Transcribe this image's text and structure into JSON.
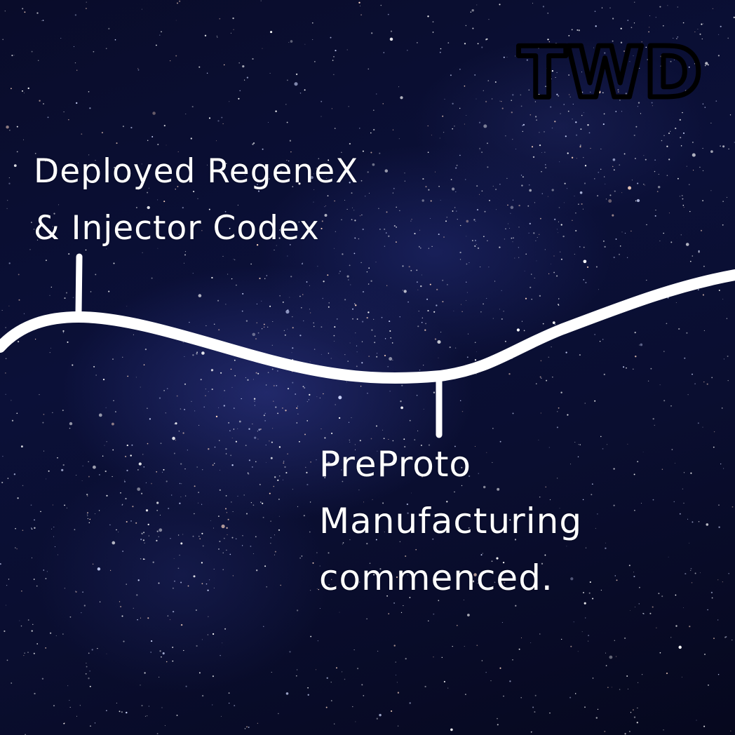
{
  "milestones": [
    {
      "label": "Deployed RegeneX\n& Injector Codex"
    },
    {
      "label": "PreProto\nManufacturing\ncommenced."
    }
  ],
  "logo": {
    "text": "TWD"
  },
  "colors": {
    "background": "#0a0e30",
    "nebula": "#343e96",
    "line": "#ffffff",
    "text": "#ffffff",
    "logo_stroke": "#000000"
  }
}
